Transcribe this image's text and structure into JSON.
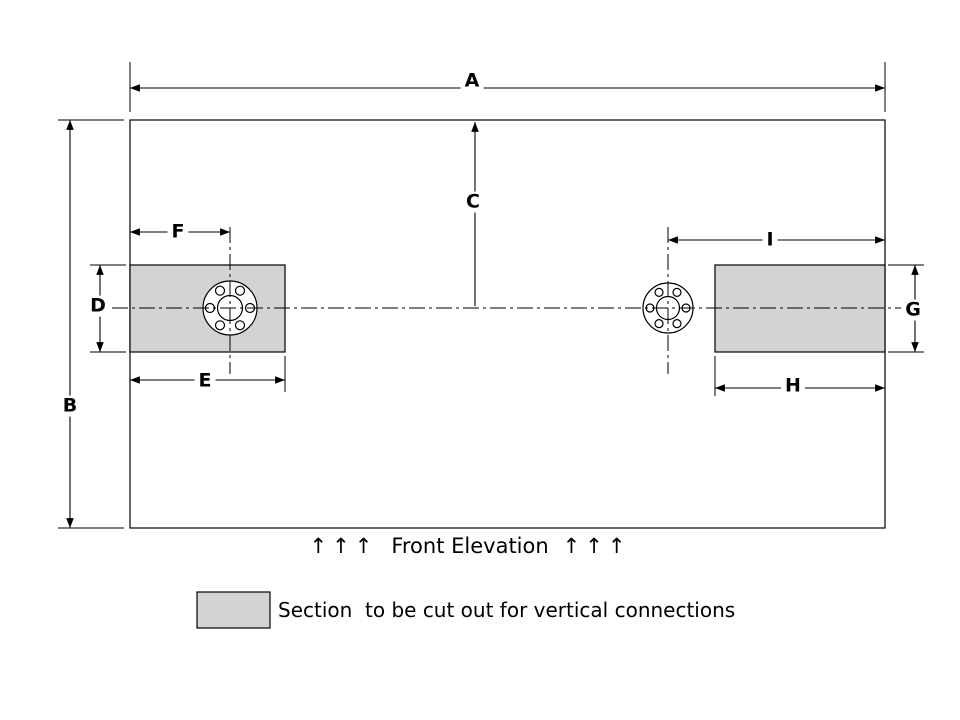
{
  "drawing": {
    "dimensions": {
      "A": "A",
      "B": "B",
      "C": "C",
      "D": "D",
      "E": "E",
      "F": "F",
      "G": "G",
      "H": "H",
      "I": "I"
    },
    "footer": {
      "arrows_left": "↑↑↑",
      "title": "Front Elevation",
      "arrows_right": "↑↑↑"
    },
    "legend": {
      "label": "Section  to be cut out for vertical connections",
      "swatch_color": "#d3d3d3"
    },
    "colors": {
      "line": "#000000",
      "background": "#ffffff",
      "cutout_fill": "#d3d3d3"
    }
  }
}
